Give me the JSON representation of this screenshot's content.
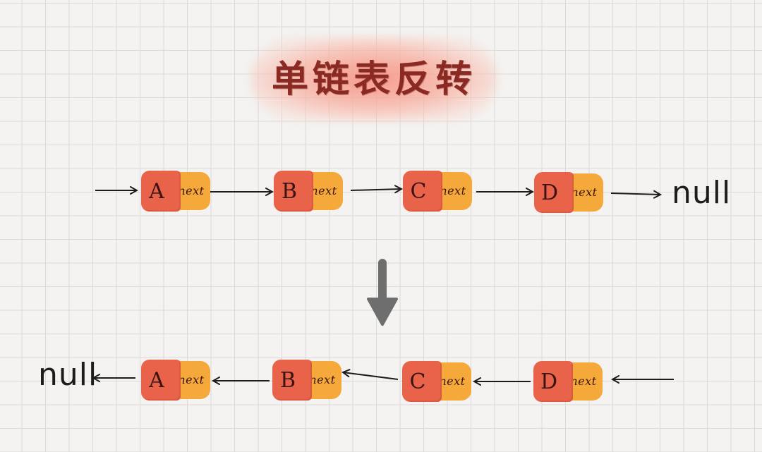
{
  "title": "单链表反转",
  "pointer_label": "next",
  "null_label": "null",
  "original_list": {
    "nodes": [
      "A",
      "B",
      "C",
      "D"
    ]
  },
  "reversed_list": {
    "nodes": [
      "A",
      "B",
      "C",
      "D"
    ]
  },
  "colors": {
    "value_cell": "#e9634a",
    "next_cell": "#f5a93a",
    "title_glow": "#f5968a",
    "transition_arrow": "#6e6e6e"
  }
}
